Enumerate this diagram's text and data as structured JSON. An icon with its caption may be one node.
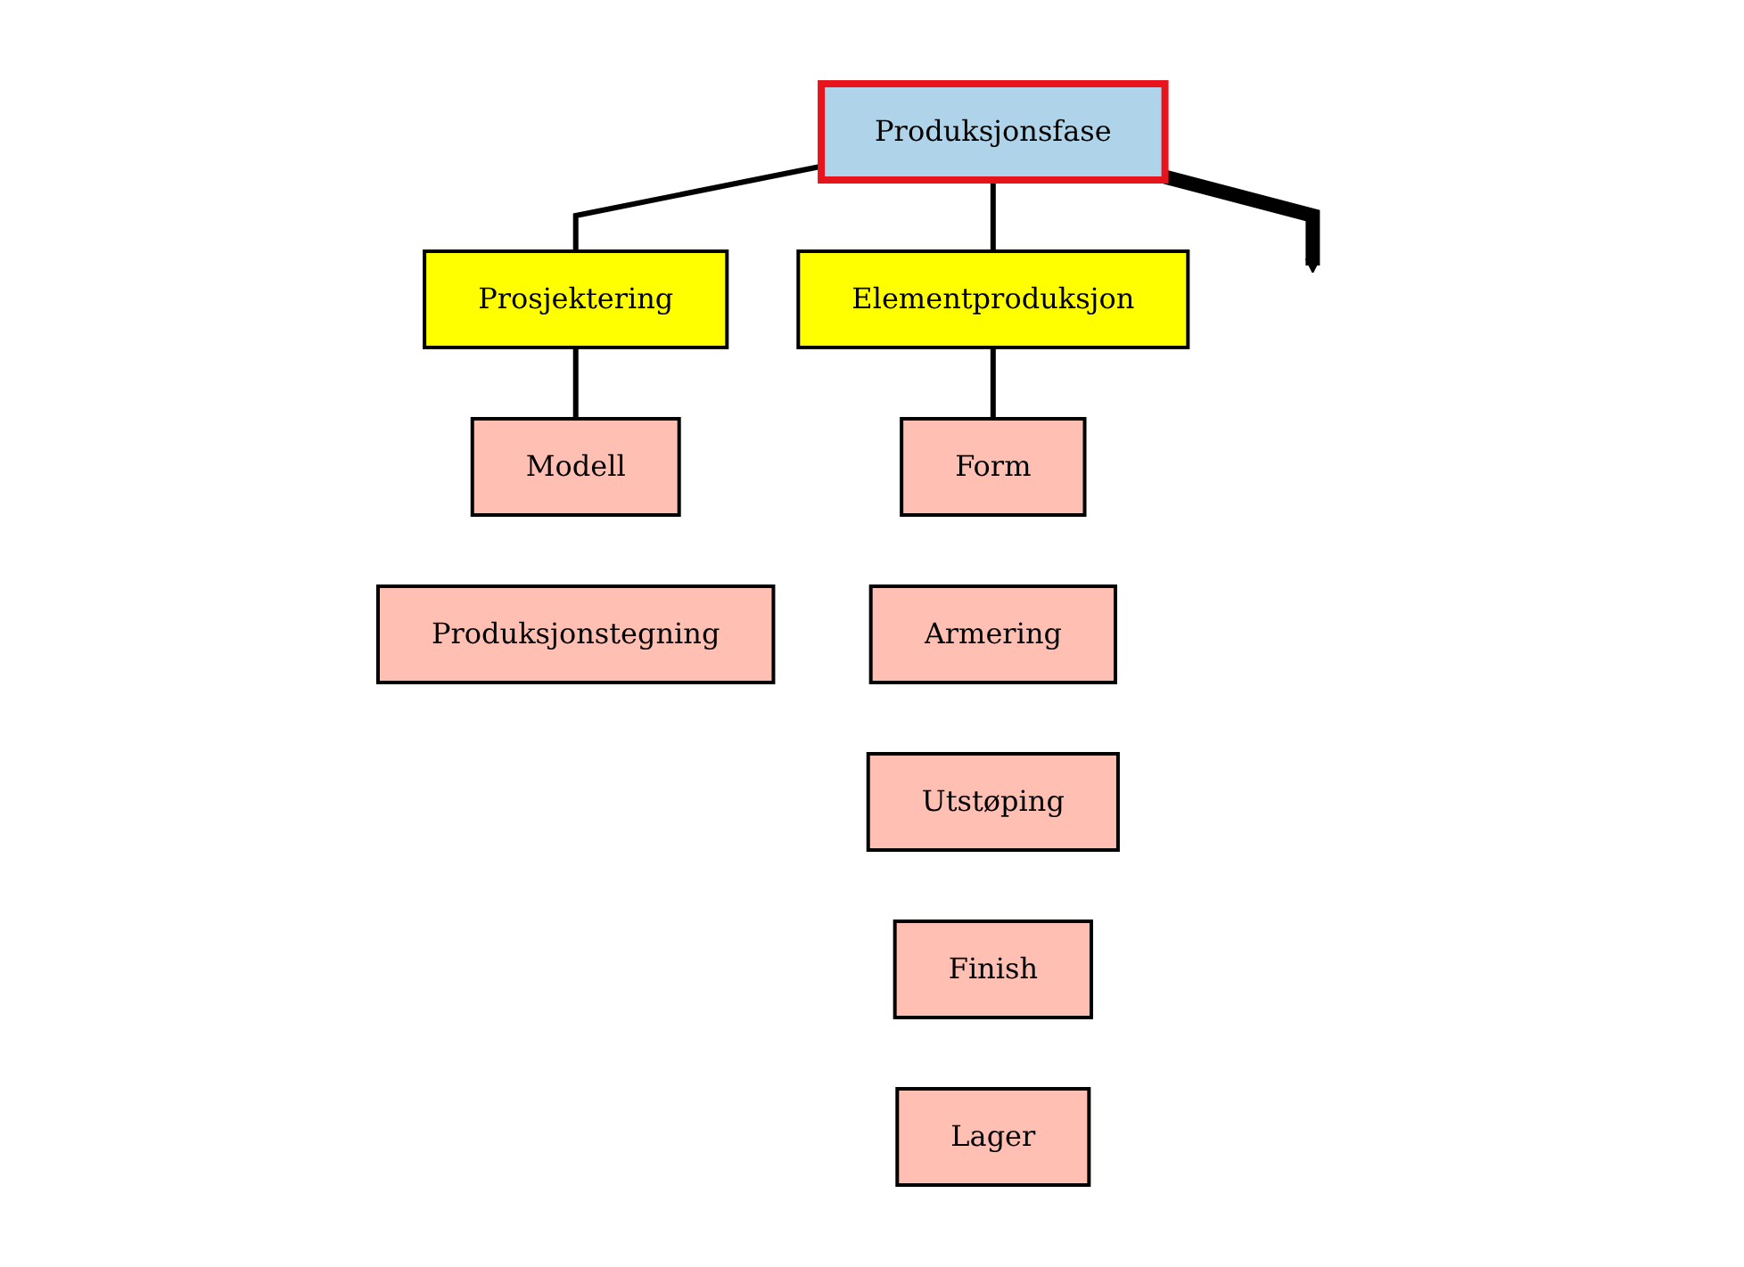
{
  "diagram": {
    "nodes": [
      {
        "text": [
          "Produksjonsfase"
        ]
      },
      {
        "text": [
          "Prosjektering"
        ]
      },
      {
        "text": [
          "Elementproduksjon"
        ]
      },
      {
        "text": [
          "Modell"
        ]
      },
      {
        "text": [
          "Produksjonstegning"
        ]
      },
      {
        "text": [
          "Form"
        ]
      },
      {
        "text": [
          "Armering"
        ]
      },
      {
        "text": [
          "Utstøping"
        ]
      },
      {
        "text": [
          "Finish"
        ]
      },
      {
        "text": [
          "Lager"
        ]
      }
    ],
    "edges": [
      {
        "from": 0,
        "to": 1,
        "arrow": "none"
      },
      {
        "from": 0,
        "to": 2,
        "arrow": "none"
      },
      {
        "from": 1,
        "to": 3,
        "arrow": "none"
      },
      {
        "from": 2,
        "to": 5,
        "arrow": "none"
      },
      {
        "from": 0,
        "to": null,
        "arrow": "to",
        "style": "thick"
      }
    ]
  }
}
